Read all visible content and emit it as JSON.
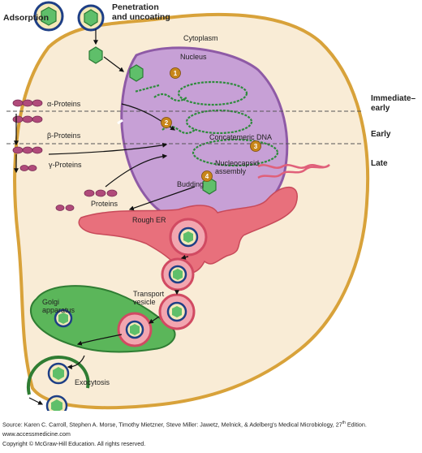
{
  "labels": {
    "adsorption": "Adsorption",
    "penetration_line1": "Penetration",
    "penetration_line2": "and uncoating",
    "cytoplasm": "Cytoplasm",
    "nucleus": "Nucleus",
    "alpha_proteins": "α-Proteins",
    "beta_proteins": "β-Proteins",
    "gamma_proteins": "γ-Proteins",
    "concatemeric_dna": "Concatemeric DNA",
    "nucleocapsid_line1": "Nucleocapsid",
    "nucleocapsid_line2": "assembly",
    "budding": "Budding",
    "proteins": "Proteins",
    "rough_er": "Rough ER",
    "golgi_line1": "Golgi",
    "golgi_line2": "apparatus",
    "transport_line1": "Transport",
    "transport_line2": "vesicle",
    "exocytosis": "Exocytosis"
  },
  "phases": {
    "immediate_early_line1": "Immediate–",
    "immediate_early_line2": "early",
    "early": "Early",
    "late": "Late"
  },
  "steps": [
    "1",
    "2",
    "3",
    "4"
  ],
  "footer": {
    "source_prefix": "Source: Karen C. Carroll, Stephen A. Morse, Timothy Mietzner, Steve Miller: Jawetz, Melnick, & Adelberg's Medical Microbiology, 27",
    "source_sup": "th",
    "source_suffix": " Edition.",
    "website": "www.accessmedicine.com",
    "copyright": "Copyright © McGraw-Hill Education.  All rights reserved."
  },
  "colors": {
    "cell_fill": "#f9ecd6",
    "cell_border": "#d8a23a",
    "nucleus_fill": "#c7a0d6",
    "nucleus_border": "#8e5aa6",
    "er_fill": "#e8707c",
    "golgi_fill": "#5bb65a",
    "capsid_green": "#3a9e4a",
    "envelope_blue": "#1e3f86",
    "step_badge": "#c8861a"
  }
}
